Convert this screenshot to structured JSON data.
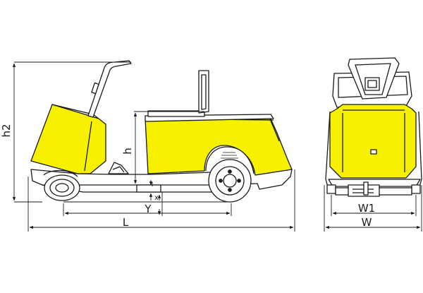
{
  "labels": {
    "h2": "h2",
    "h": "h",
    "x": "x",
    "Y": "Y",
    "L": "L",
    "W1": "W1",
    "W": "W"
  },
  "colors": {
    "body_fill": "#f7f100",
    "line": "#1a1a1a",
    "background": "#ffffff"
  }
}
